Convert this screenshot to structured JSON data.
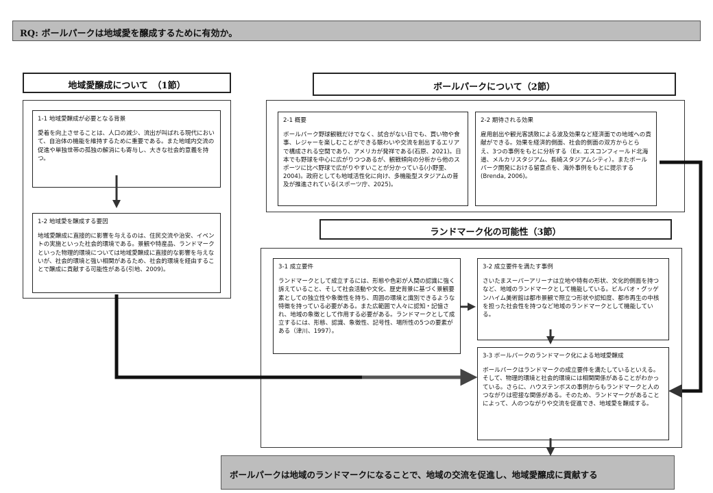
{
  "rq": "RQ: ボールパークは地域愛を醸成するために有効か。",
  "section1": {
    "heading": "地域愛醸成について　（1節）",
    "card1": {
      "title": "1-1  地域愛醸成が必要となる背景",
      "body": "愛着を向上させることは、人口の減少、流出が叫ばれる現代において、自治体の機能を維持するために重要である。また地域内交流の促進や単独世帯の孤独の解消にも寄与し、大きな社会的意義を持つ。"
    },
    "card2": {
      "title": "1-2  地域愛を醸成する要因",
      "body": "地域愛醸成に直接的に影響を与えるのは、住民交流や治安、イベントの実施といった社会的環境である。景観や特産品、ランドマークといった物理的環境については地域愛醸成に直接的な影響を与えないが、社会的環境と強い相関があるため、社会的環境を経由することで醸成に貢献する可能性がある(引地、2009)。"
    }
  },
  "section2": {
    "heading": "ボールパークについて（2節）",
    "card1": {
      "title": "2-1  概要",
      "body": "ボールパーク野球観戦だけでなく、試合がない日でも、買い物や食事、レジャーを楽しむことができる賑わいや交流を創出するエリアで構成される空間であり、アメリカが発祥である(石原、2021)。日本でも野球を中心に広がりつつあるが、観戦傾向の分析から他のスポーツに比べ野球で広がりやすいことが分かっている(小野里、2004)。政府としても地域活性化に向け、多機能型スタジアムの普及が推進されている(スポーツ庁、2025)。"
    },
    "card2": {
      "title": "2-2  期待される効果",
      "body": "雇用創出や観光客誘致による波及効果など経済面での地域への貢献ができる。効果を経済的側面、社会的側面の双方からとらえ、3つの事例をもとに分析する（Ex. エスコンフィールド北海道、メルカリスタジアム、長崎スタジアムシティ）。またボールパーク開発における留意点を、海外事例をもとに提示する(Brenda, 2006)。"
    }
  },
  "section3": {
    "heading": "ランドマーク化の可能性（3節）",
    "card1": {
      "title": "3-1 成立要件",
      "body": "ランドマークとして成立するには、形態や色彩が人間の認識に強く訴えていること、そして社会活動や文化、歴史背景に基づく景観要素としての独立性や象徴性を持ち、周囲の環境と識別できるような特徴を持っている必要がある。また広範囲で人々に認知・記憶され、地域の象徴として作用する必要がある。ランドマークとして成立するには、形態、認識、象徴性、記号性、場所性の5つの要素がある（津川、1997）。"
    },
    "card2": {
      "title": "3-2  成立要件を満たす事例",
      "body": "さいたまスーパーアリーナは立地や特有の形状、文化的側面を持つなど、地域のランドマークとして機能している。ビルバオ・グッゲンハイム美術館は都市景観で際立つ形状や認知度、都市再生の中核を担った社会性を持つなど地域のランドマークとして機能している。"
    },
    "card3": {
      "title": "3-3 ボールパークのランドマーク化による地域愛醸成",
      "body": "ボールパークはランドマークの成立要件を満たしているといえる。そして、物理的環境と社会的環境には相関関係があることがわかっている。さらに、ハウステンボスの事例からもランドマークと人のつながりは密接な関係がある。そのため、ランドマークがあることによって、人のつながりや交流を促進でき、地域愛を醸成する。"
    }
  },
  "conclusion": "ボールパークは地域のランドマークになることで、地域の交流を促進し、地域愛醸成に貢献する"
}
